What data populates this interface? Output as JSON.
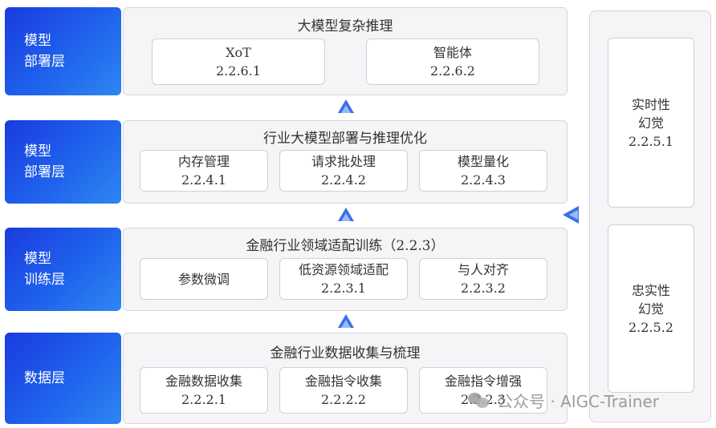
{
  "layers": [
    {
      "line1": "模型",
      "line2": "部署层"
    },
    {
      "line1": "模型",
      "line2": "部署层"
    },
    {
      "line1": "模型",
      "line2": "训练层"
    },
    {
      "line1": "",
      "line2": "数据层"
    }
  ],
  "panels": [
    {
      "title": "大模型复杂推理",
      "items": [
        {
          "name": "XoT",
          "code": "2.2.6.1"
        },
        {
          "name": "智能体",
          "code": "2.2.6.2"
        }
      ]
    },
    {
      "title": "行业大模型部署与推理优化",
      "items": [
        {
          "name": "内存管理",
          "code": "2.2.4.1"
        },
        {
          "name": "请求批处理",
          "code": "2.2.4.2"
        },
        {
          "name": "模型量化",
          "code": "2.2.4.3"
        }
      ]
    },
    {
      "title": "金融行业领域适配训练（2.2.3）",
      "items": [
        {
          "name": "参数微调",
          "code": ""
        },
        {
          "name": "低资源领域适配",
          "code": "2.2.3.1"
        },
        {
          "name": "与人对齐",
          "code": "2.2.3.2"
        }
      ]
    },
    {
      "title": "金融行业数据收集与梳理",
      "items": [
        {
          "name": "金融数据收集",
          "code": "2.2.2.1"
        },
        {
          "name": "金融指令收集",
          "code": "2.2.2.2"
        },
        {
          "name": "金融指令增强",
          "code": "2.2.2.3"
        }
      ]
    }
  ],
  "hallucination": [
    {
      "line1": "实时性",
      "line2": "幻觉",
      "code": "2.2.5.1"
    },
    {
      "line1": "忠实性",
      "line2": "幻觉",
      "code": "2.2.5.2"
    }
  ],
  "watermark": {
    "text": "公众号 · AIGC-Trainer"
  },
  "colors": {
    "accent": "#1f63ec",
    "arrow": "#3a6fe8",
    "panel_bg": "#f5f5f7"
  }
}
